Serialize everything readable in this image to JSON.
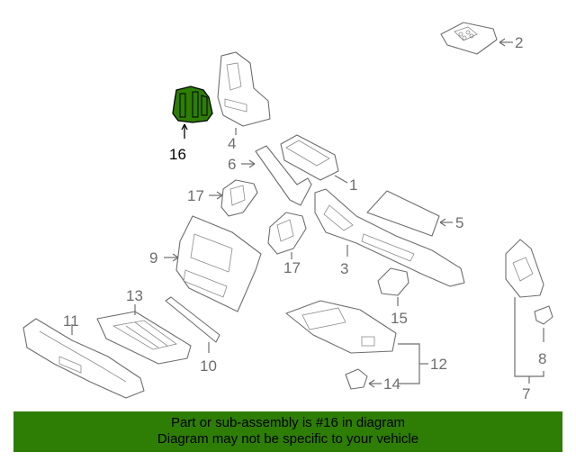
{
  "banner": {
    "line1": "Part or sub-assembly is #16 in diagram",
    "line2": "Diagram may not be specific to your vehicle",
    "background": "#2e7d05"
  },
  "highlight_color": "#2e7d05",
  "callouts": {
    "c1": "1",
    "c2": "2",
    "c3": "3",
    "c4": "4",
    "c5": "5",
    "c6": "6",
    "c7": "7",
    "c8": "8",
    "c9": "9",
    "c10": "10",
    "c11": "11",
    "c12": "12",
    "c13": "13",
    "c14": "14",
    "c15": "15",
    "c16": "16",
    "c17a": "17",
    "c17b": "17"
  }
}
